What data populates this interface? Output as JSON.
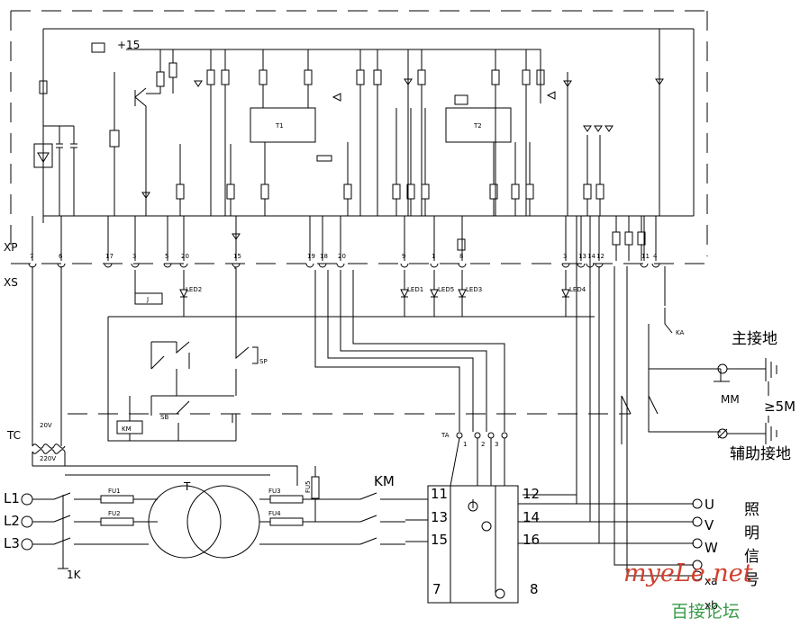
{
  "labels": {
    "xp": "XP",
    "xs": "XS",
    "tc": "TC",
    "t": "T",
    "km": "KM",
    "km_coil": "KM",
    "j": "J",
    "fu5": "FU5",
    "plus15": "+15",
    "l1": "L1",
    "l2": "L2",
    "l3": "L3",
    "k1": "1K",
    "fu1": "FU1",
    "fu2": "FU2",
    "fu3": "FU3",
    "fu4": "FU4",
    "mm": "MM",
    "ge5m": "≥5M",
    "main_ground": "主接地",
    "aux_ground": "辅助接地",
    "u": "U",
    "v": "V",
    "w": "W",
    "xa": "xa",
    "xb": "xb",
    "lighting_signal": [
      "照",
      "明",
      "信",
      "号"
    ],
    "t1": "T1",
    "t2": "T2",
    "v20": "20V",
    "v220": "220V",
    "sp": "SP",
    "ta": "TA",
    "sb": "SB",
    "ka": "KA",
    "switch_labels": [
      "1",
      "2",
      "3"
    ]
  },
  "terminal_block": {
    "left": [
      "11",
      "13",
      "15",
      "7"
    ],
    "right": [
      "12",
      "14",
      "16",
      "8"
    ]
  },
  "xp_pins": [
    "7",
    "6",
    "17",
    "3",
    "5",
    "20",
    "15",
    "19",
    "18",
    "20",
    "9",
    "1",
    "8",
    "3",
    "13",
    "14",
    "12",
    "11",
    "4"
  ],
  "leds": [
    "LED2",
    "LED1",
    "LED5",
    "LED3",
    "LED4"
  ],
  "watermark": {
    "site": "myeLe.net",
    "forum": "百接论坛"
  },
  "colors": {
    "line": "#000000",
    "background": "#ffffff",
    "watermark_red": "#d0402e",
    "watermark_green": "#3a9b4a"
  }
}
